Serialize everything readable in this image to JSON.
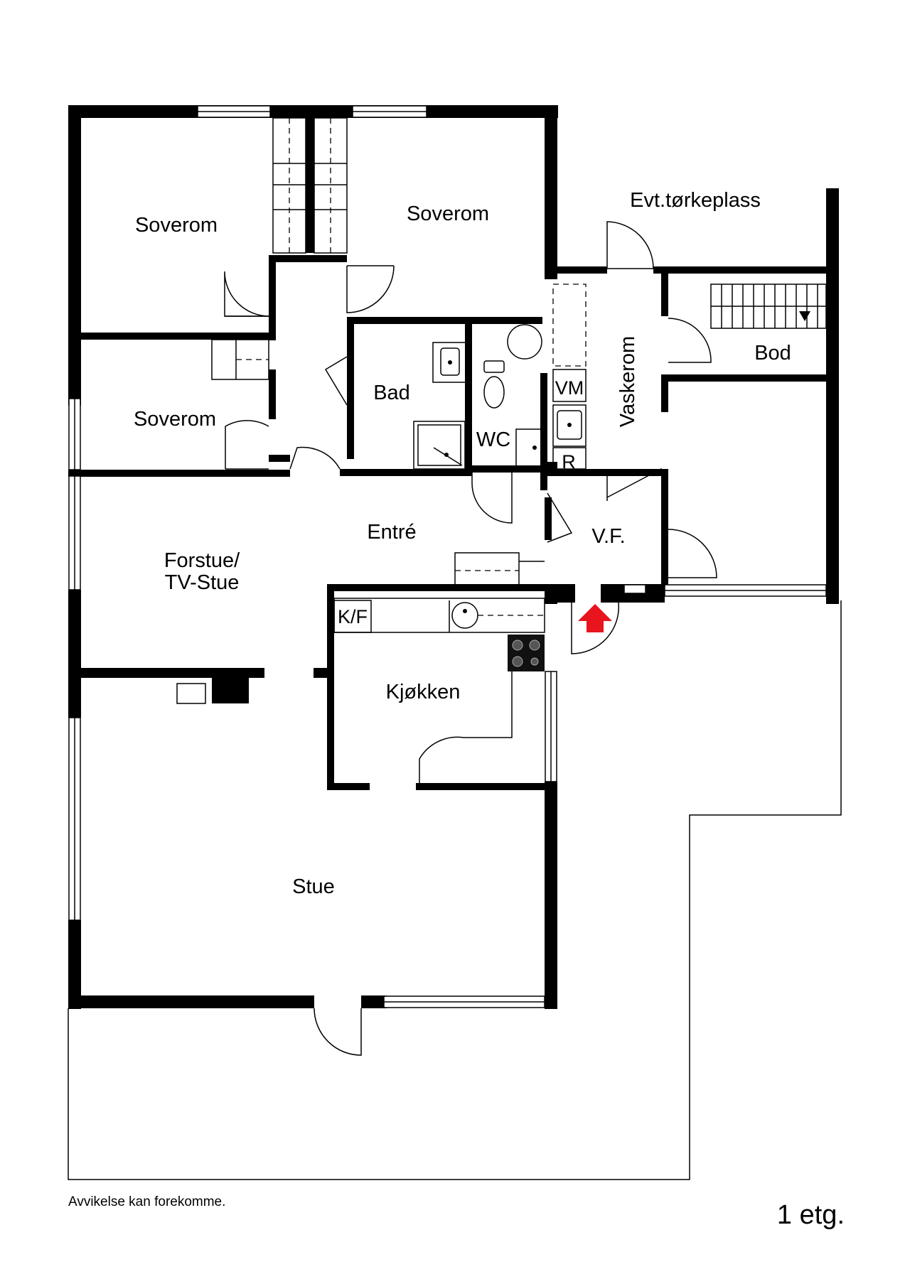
{
  "rooms": {
    "soverom_1": "Soverom",
    "soverom_2": "Soverom",
    "soverom_3": "Soverom",
    "bad": "Bad",
    "wc": "WC",
    "vm": "VM",
    "r": "R",
    "vaskerom": "Vaskerom",
    "bod": "Bod",
    "torkeplass": "Evt.tørkeplass",
    "entre": "Entré",
    "vf": "V.F.",
    "forstue_line1": "Forstue/",
    "forstue_line2": "TV-Stue",
    "kf": "K/F",
    "kjokken": "Kjøkken",
    "stue": "Stue"
  },
  "footer": {
    "disclaimer": "Avvikelse kan forekomme.",
    "level": "1 etg."
  },
  "colors": {
    "wall": "#000000",
    "entrance_arrow": "#e8141e"
  },
  "icons": {
    "entrance_marker": "entrance-arrow-icon"
  }
}
